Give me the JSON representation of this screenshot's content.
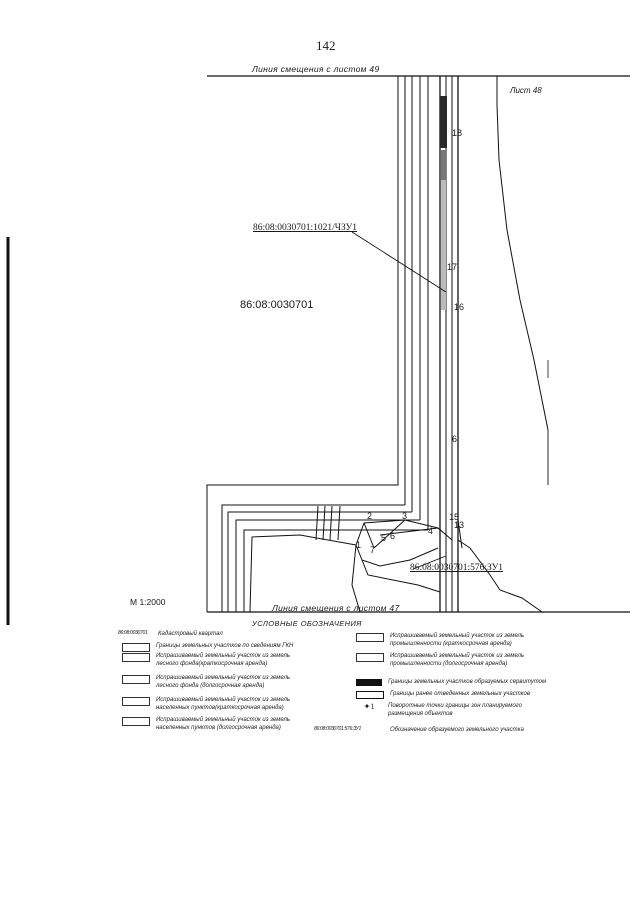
{
  "page_number": "142",
  "map": {
    "top_line_label": "Линия смещения с листом 49",
    "bottom_line_label": "Линия смещения с листом 47",
    "sheet_label": "Лист 48",
    "quarter_label": "86:08:0030701",
    "parcel_label_1": "86:08:0030701:1021/ЧЗУ1",
    "parcel_label_2": "86:08:0030701:576:ЗУ1",
    "scale": "М 1:2000",
    "points": [
      {
        "id": "pt-1",
        "label": "1"
      },
      {
        "id": "pt-2",
        "label": "2"
      },
      {
        "id": "pt-3",
        "label": "3"
      },
      {
        "id": "pt-4",
        "label": "4"
      },
      {
        "id": "pt-5",
        "label": "5"
      },
      {
        "id": "pt-6",
        "label": "6"
      },
      {
        "id": "pt-7",
        "label": "7"
      },
      {
        "id": "pt-13",
        "label": "13"
      },
      {
        "id": "pt-15",
        "label": "15"
      },
      {
        "id": "pt-16",
        "label": "16"
      },
      {
        "id": "pt-17",
        "label": "17"
      },
      {
        "id": "pt-18",
        "label": "18"
      },
      {
        "id": "pt-6b",
        "label": "6"
      }
    ]
  },
  "legend": {
    "title": "УСЛОВНЫЕ ОБОЗНАЧЕНИЯ",
    "items": [
      {
        "symbol": "dotline",
        "symbol_text": "86:08:0030701",
        "text": "Кадастровый квартал"
      },
      {
        "symbol": "box",
        "text": "Границы земельных участков по сведениям ГКН"
      },
      {
        "symbol": "box",
        "text": "Испрашиваемый земельный участок из земель лесного фонда(краткосрочная аренда)"
      },
      {
        "symbol": "box",
        "text": "Испрашиваемый земельный участок из земель лесного фонда (долгосрочная аренда)"
      },
      {
        "symbol": "box",
        "text": "Испрашиваемый земельный участок из земель населенных пунктов(краткосрочная аренда)"
      },
      {
        "symbol": "box",
        "text": "Испрашиваемый земельный участок из земель населенных пунктов (долгосрочная аренда)"
      },
      {
        "symbol": "box",
        "text": "Испрашиваемый земельный участок из земель промышленности (краткосрочная аренда)"
      },
      {
        "symbol": "box",
        "text": "Испрашиваемый земельный участок из земель промышленности (долгосрочная аренда)"
      },
      {
        "symbol": "fill",
        "text": "Границы земельных участков образуемых сервитутом"
      },
      {
        "symbol": "box-thick",
        "text": "Границы ранее отведенных земельных участков"
      },
      {
        "symbol": "point",
        "symbol_text": "✦1",
        "text": "Поворотные точки границы зон планируемого размещения объектов"
      },
      {
        "symbol": "dotline",
        "symbol_text": "86:08:0030701:576:ЗУ1",
        "text": "Обозначение образуемого земельного участка"
      }
    ]
  },
  "colors": {
    "line": "#1a1a1a",
    "fill": "#111111",
    "paper": "#ffffff"
  }
}
